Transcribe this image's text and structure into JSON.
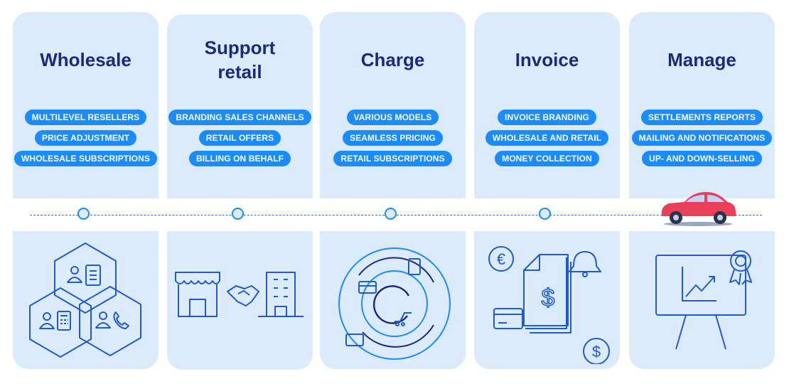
{
  "stages": [
    {
      "title": "Wholesale",
      "items": [
        "MULTILEVEL RESELLERS",
        "PRICE ADJUSTMENT",
        "WHOLESALE SUBSCRIPTIONS"
      ],
      "icon": "hexagon-users-icon"
    },
    {
      "title": "Support retail",
      "items": [
        "BRANDING SALES CHANNELS",
        "RETAIL OFFERS",
        "BILLING ON BEHALF"
      ],
      "icon": "store-handshake-building-icon"
    },
    {
      "title": "Charge",
      "items": [
        "VARIOUS MODELS",
        "SEAMLESS PRICING",
        "RETAIL SUBSCRIPTIONS"
      ],
      "icon": "payment-cycle-icon"
    },
    {
      "title": "Invoice",
      "items": [
        "INVOICE BRANDING",
        "WHOLESALE AND RETAIL",
        "MONEY COLLECTION"
      ],
      "icon": "invoice-currency-icon"
    },
    {
      "title": "Manage",
      "items": [
        "SETTLEMENTS REPORTS",
        "MAILING AND NOTIFICATIONS",
        "UP- AND DOWN-SELLING"
      ],
      "icon": "presentation-chart-icon"
    }
  ],
  "colors": {
    "panel": "#dcebfb",
    "pill": "#1a8cff",
    "title": "#1a2a7c",
    "icon_stroke": "#1f5bd0",
    "car": "#e8405a"
  },
  "timeline_icon": "car-icon"
}
